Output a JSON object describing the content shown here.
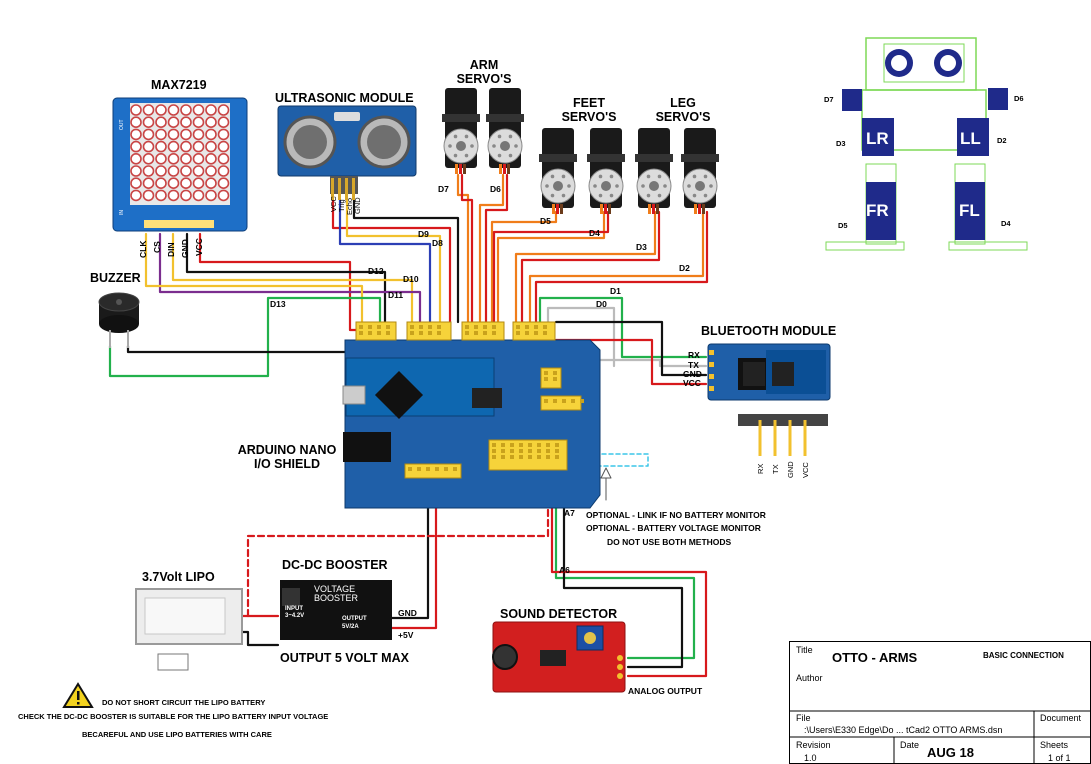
{
  "labels": {
    "max7219": "MAX7219",
    "ultrasonic": "ULTRASONIC MODULE",
    "arm_servos": [
      "ARM",
      "SERVO'S"
    ],
    "feet_servos": [
      "FEET",
      "SERVO'S"
    ],
    "leg_servos": [
      "LEG",
      "SERVO'S"
    ],
    "buzzer": "BUZZER",
    "bluetooth": "BLUETOOTH MODULE",
    "arduino": [
      "ARDUINO NANO",
      "I/O SHIELD"
    ],
    "lipo": "3.7Volt LIPO",
    "booster": "DC-DC BOOSTER",
    "output5v": "OUTPUT 5 VOLT  MAX",
    "sound": "SOUND DETECTOR",
    "analog_output": "ANALOG OUTPUT",
    "optional1": "OPTIONAL - LINK IF NO BATTERY MONITOR",
    "optional2": "OPTIONAL - BATTERY VOLTAGE MONITOR",
    "do_not_use": "DO NOT USE BOTH METHODS",
    "gnd": "GND",
    "plus5v": "+5V",
    "a7": "A7",
    "a6": "A6"
  },
  "max_pins": [
    "CLK",
    "CS",
    "DIN",
    "GND",
    "VCC"
  ],
  "us_pins": [
    "VCC",
    "Trig",
    "Echo",
    "GND"
  ],
  "wire_labels": {
    "d7": "D7",
    "d6": "D6",
    "d5": "D5",
    "d4": "D4",
    "d3": "D3",
    "d2": "D2",
    "d1": "D1",
    "d0": "D0",
    "d9": "D9",
    "d8": "D8",
    "d12": "D12",
    "d10": "D10",
    "d11": "D11",
    "d13": "D13"
  },
  "bt_pins": [
    "RX",
    "TX",
    "GND",
    "VCC"
  ],
  "robot": {
    "d7": "D7",
    "d6": "D6",
    "d3": "D3",
    "d2": "D2",
    "d5": "D5",
    "d4": "D4",
    "lr": "LR",
    "ll": "LL",
    "fr": "FR",
    "fl": "FL"
  },
  "warnings": [
    "DO NOT SHORT CIRCUIT THE LIPO BATTERY",
    "CHECK THE DC-DC BOOSTER IS SUITABLE FOR THE LIPO BATTERY INPUT VOLTAGE",
    "BECAREFUL AND USE LIPO BATTERIES WITH CARE"
  ],
  "booster_text": {
    "line1": "VOLTAGE",
    "line2": "BOOSTER",
    "in": "INPUT",
    "in_v": "3~4.2V",
    "out": "OUTPUT",
    "out_v": "5V/2A"
  },
  "title_block": {
    "title_label": "Title",
    "title": "OTTO - ARMS",
    "subtitle": "BASIC CONNECTION",
    "author_label": "Author",
    "file_label": "File",
    "file": ":\\Users\\E330 Edge\\Do ... tCad2 OTTO ARMS.dsn",
    "document_label": "Document",
    "revision_label": "Revision",
    "revision": "1.0",
    "date_label": "Date",
    "date": "AUG 18",
    "sheets_label": "Sheets",
    "sheets": "1 of 1"
  },
  "colors": {
    "wire_red": "#d7191c",
    "wire_black": "#111111",
    "wire_green": "#22b14c",
    "wire_yellow": "#f2c12e",
    "wire_blue": "#2c3fb5",
    "wire_purple": "#7b2d8e",
    "wire_orange": "#f07d1a",
    "board_blue": "#1f5fa8",
    "robot_blue": "#1f2a8a",
    "robot_green": "#7ed957"
  }
}
